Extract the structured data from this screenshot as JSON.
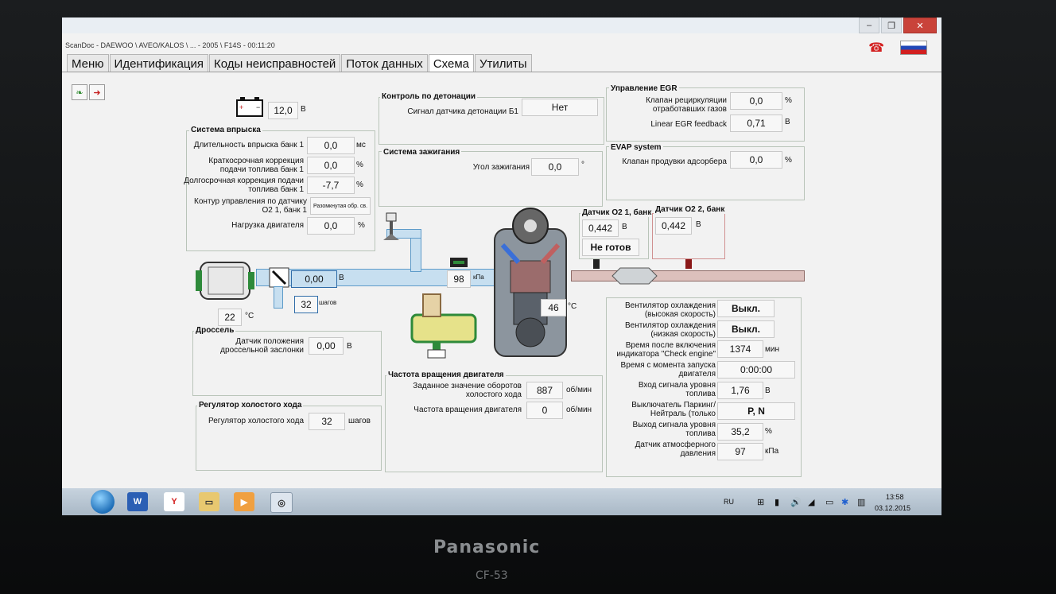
{
  "app": {
    "title": "ScanDoc - DAEWOO \\ AVEO/KALOS \\ ... - 2005 \\ F14S - 00:11:20",
    "tabs": [
      "Меню",
      "Идентификация",
      "Коды неисправностей",
      "Поток данных",
      "Схема",
      "Утилиты"
    ],
    "active_tab": "Схема"
  },
  "battery": {
    "value": "12,0",
    "unit": "В"
  },
  "injection": {
    "title": "Система впрыска",
    "rows": [
      {
        "label": "Длительность впрыска банк 1",
        "value": "0,0",
        "unit": "мс"
      },
      {
        "label": "Краткосрочная коррекция подачи топлива банк 1",
        "value": "0,0",
        "unit": "%"
      },
      {
        "label": "Долгосрочная коррекция подачи топлива банк 1",
        "value": "-7,7",
        "unit": "%"
      },
      {
        "label": "Контур управления по датчику O2 1, банк 1",
        "value": "Разомкнутая обр. св.",
        "unit": ""
      },
      {
        "label": "Нагрузка двигателя",
        "value": "0,0",
        "unit": "%"
      }
    ]
  },
  "knock": {
    "title": "Контроль по детонации",
    "label": "Сигнал датчика детонации Б1",
    "value": "Нет"
  },
  "ignition": {
    "title": "Система зажигания",
    "label": "Угол зажигания",
    "value": "0,0",
    "unit": "°"
  },
  "egr": {
    "title": "Управление EGR",
    "rows": [
      {
        "label": "Клапан рециркуляции отработавших газов",
        "value": "0,0",
        "unit": "%"
      },
      {
        "label": "Linear EGR feedback",
        "value": "0,71",
        "unit": "В"
      }
    ]
  },
  "evap": {
    "title": "EVAP system",
    "label": "Клапан продувки адсорбера",
    "value": "0,0",
    "unit": "%"
  },
  "o2_1": {
    "title": "Датчик O2 1, банк",
    "value": "0,442",
    "unit": "В",
    "status": "Не готов"
  },
  "o2_2": {
    "title": "Датчик O2 2, банк",
    "value": "0,442",
    "unit": "В"
  },
  "schema": {
    "throttle_angle": "0,00",
    "throttle_unit": "В",
    "iac_steps": "32",
    "iac_unit": "шагов",
    "intake_temp": "22",
    "intake_temp_unit": "°C",
    "map": "98",
    "map_unit": "кПа",
    "coolant": "46",
    "coolant_unit": "°C"
  },
  "throttle": {
    "title": "Дроссель",
    "label": "Датчик положения дроссельной заслонки",
    "value": "0,00",
    "unit": "В"
  },
  "idle": {
    "title": "Регулятор холостого хода",
    "label": "Регулятор холостого хода",
    "value": "32",
    "unit": "шагов"
  },
  "rpm": {
    "title": "Частота вращения двигателя",
    "rows": [
      {
        "label": "Заданное значение оборотов холостого хода",
        "value": "887",
        "unit": "об/мин"
      },
      {
        "label": "Частота вращения двигателя",
        "value": "0",
        "unit": "об/мин"
      }
    ]
  },
  "misc": {
    "rows": [
      {
        "label": "Вентилятор охлаждения (высокая скорость)",
        "value": "Выкл.",
        "unit": ""
      },
      {
        "label": "Вентилятор охлаждения (низкая скорость)",
        "value": "Выкл.",
        "unit": ""
      },
      {
        "label": "Время после включения индикатора \"Check engine\"",
        "value": "1374",
        "unit": "мин"
      },
      {
        "label": "Время с момента запуска двигателя",
        "value": "0:00:00",
        "unit": ""
      },
      {
        "label": "Вход сигнала уровня топлива",
        "value": "1,76",
        "unit": "В"
      },
      {
        "label": "Выключатель Паркинг/Нейтраль (только",
        "value": "P, N",
        "unit": ""
      },
      {
        "label": "Выход сигнала уровня топлива",
        "value": "35,2",
        "unit": "%"
      },
      {
        "label": "Датчик атмосферного давления",
        "value": "97",
        "unit": "кПа"
      }
    ]
  },
  "taskbar": {
    "lang": "RU",
    "time": "13:58",
    "date": "03.12.2015"
  },
  "bezel": {
    "brand": "Panasonic",
    "model": "CF-53"
  },
  "colors": {
    "intake_pipe": "#c7dff0",
    "exhaust_pipe": "#dcc0bc",
    "panel_border": "#b9c4b9",
    "close": "#c9433a"
  }
}
